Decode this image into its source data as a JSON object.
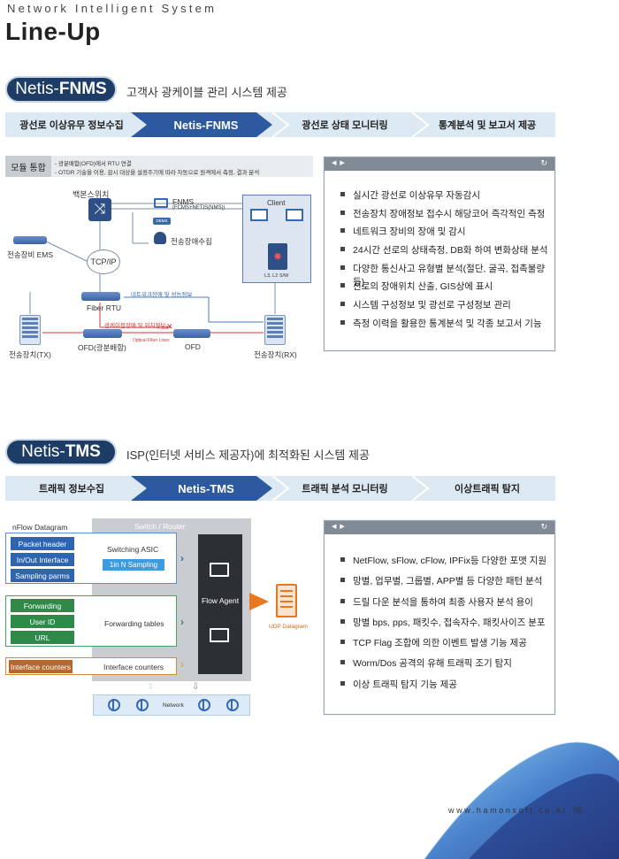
{
  "header": {
    "subtitle": "Network Intelligent System",
    "title": "Line-Up"
  },
  "fnms": {
    "pill_prefix": "Netis-",
    "pill_bold": "FNMS",
    "description": "고객사 광케이블 관리 시스템 제공",
    "steps": [
      "광선로 이상유무 정보수집",
      "Netis-FNMS",
      "광선로 상태 모니터링",
      "통계분석 및 보고서 제공"
    ],
    "diagram": {
      "module_tag": "모듈 통합",
      "module_note_1": "- 광분배함(OFD)에서 RTU 연결",
      "module_note_2": "- OTDR 기술을 이용, 감시 대상을 설정주기에 따라 자동으로 원격에서 측정, 결과 분석",
      "backbone": "백본스위치",
      "fnms_label": "FNMS",
      "fnms_sub": "(FCMS+NETIS(NMS))",
      "dbms": "DBMS",
      "collect": "전송장애수집",
      "ems": "전송장비 EMS",
      "tcpip": "TCP/IP",
      "fiber_rtu": "Fiber RTU",
      "net_info": "네트워크장애 및 성능정보",
      "fault_info": "광케이블장애 및 위치정보",
      "fault": "Fault",
      "optical": "Optical Fiber Lines",
      "ofd1": "OFD(광분배함)",
      "ofd2": "OFD",
      "tx": "전송장치(TX)",
      "rx": "전송장치(RX)",
      "client": "Client",
      "l3": "L3, L2 S/W"
    },
    "features": [
      "실시간 광선로 이상유무 자동감시",
      "전송장치 장애정보 접수시 해당코어 즉각적인 측정",
      "네트워크 장비의 장애 및 감시",
      "24시간 선로의 상태측정, DB화 하여 변화상태 분석",
      "다양한 통신사고 유형별 분석(절단, 굴곡, 접촉불량 등)",
      "선로의 장애위치 산출, GIS상에 표시",
      "시스템 구성정보 및 광선로 구성정보 관리",
      "측정 이력을 활용한 통계분석 및 각종 보고서 기능"
    ]
  },
  "tms": {
    "pill_prefix": "Netis-",
    "pill_bold": "TMS",
    "description": "ISP(인터넷 서비스 제공자)에 최적화된 시스템 제공",
    "steps": [
      "트래픽 정보수집",
      "Netis-TMS",
      "트래픽 분석 모니터링",
      "이상트래픽 탐지"
    ],
    "diagram": {
      "nflow": "nFlow Datagram",
      "switch_router": "Switch / Router",
      "packet_header": "Packet header",
      "inout": "In/Out Interface",
      "sampling": "Sampling parms",
      "asic": "Switching ASIC",
      "one_in_n": "1in N Sampling",
      "forwarding": "Forwarding",
      "user_id": "User ID",
      "url": "URL",
      "fwd_tables": "Forwarding tables",
      "if_counters_btn": "Interface counters",
      "if_counters": "Interface counters",
      "flow_agent": "Flow Agent",
      "udp": "UDP Datagram",
      "network": "Network"
    },
    "features": [
      "NetFlow, sFlow, cFlow, IPFix등 다양한 포맷 지원",
      "망별, 업무별, 그룹별, APP별 등 다양한 패턴 분석",
      "드릴 다운 분석을 통하여 최종 사용자 분석 용이",
      "망별 bps, pps, 패킷수, 접속자수, 패킷사이즈 분포",
      "TCP Flag 조합에 의한 이벤트 발생 기능 제공",
      "Worm/Dos 공격의 유해 트래픽 조기 탐지",
      "이상 트래픽 탐지 기능 제공"
    ]
  },
  "footer": {
    "url": "www.hamonsoft.co.kr",
    "page": "05"
  },
  "colors": {
    "navy": "#1d3d66",
    "bar_light": "#dce8f2",
    "bar_active": "#2d59a0",
    "accent_orange": "#e8771e"
  },
  "icons": {
    "box_nav": "arrow-left-right-icon",
    "box_refresh": "refresh-icon"
  }
}
